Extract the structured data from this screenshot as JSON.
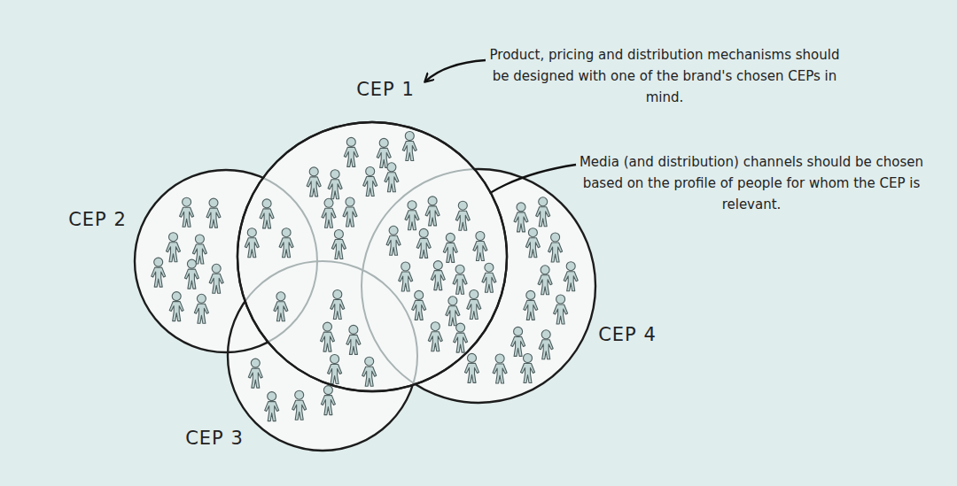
{
  "diagram": {
    "nodes": [
      {
        "text": [
          "CEP 1"
        ]
      },
      {
        "text": [
          "CEP 2"
        ]
      },
      {
        "text": [
          "CEP 3"
        ]
      },
      {
        "text": [
          "CEP 4"
        ]
      }
    ],
    "labels": [
      "Product, pricing and distribution mechanisms should be designed with one of the brand's chosen CEPs in mind.",
      "Media (and distribution) channels should be chosen based on the profile of people for whom the CEP is relevant."
    ]
  }
}
